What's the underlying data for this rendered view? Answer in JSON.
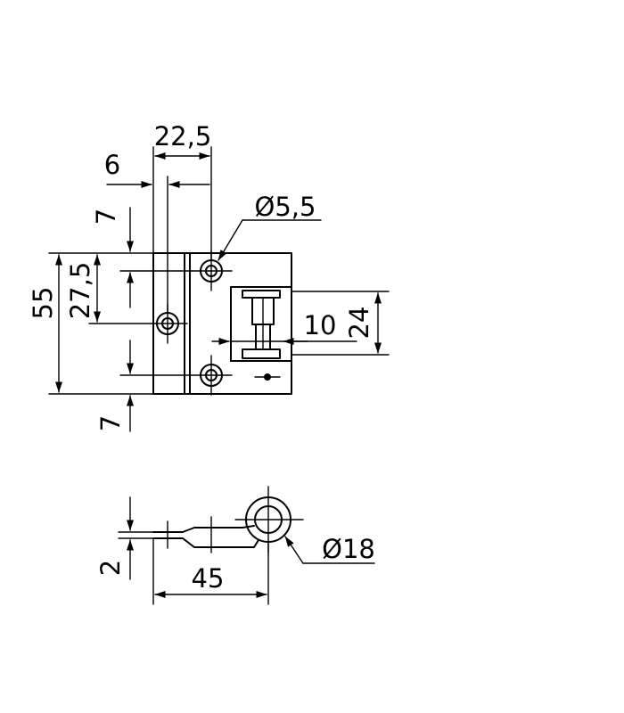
{
  "dimensions": {
    "width_total": "22,5",
    "hole_offset": "6",
    "hole_dia": "Ø5,5",
    "edge_top": "7",
    "height_total": "55",
    "pitch": "27,5",
    "slot_width": "10",
    "slot_height": "24",
    "edge_bottom": "7",
    "thickness": "2",
    "flat_length": "45",
    "knuckle_dia": "Ø18"
  }
}
